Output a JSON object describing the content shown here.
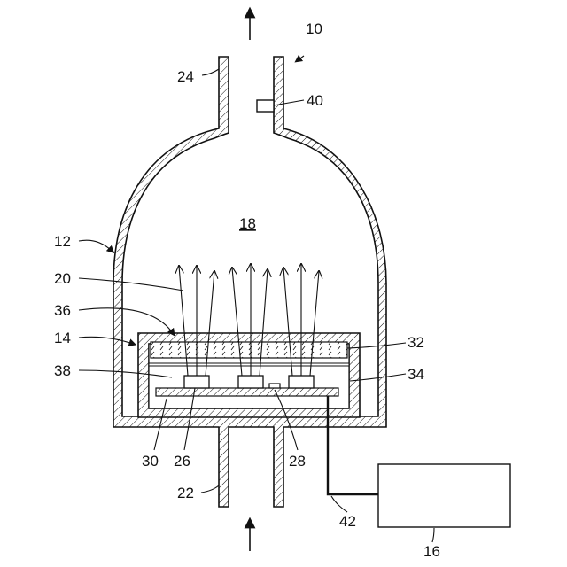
{
  "figure": {
    "labels": {
      "device": "10",
      "chamber_wall": "12",
      "holder": "14",
      "controller": "16",
      "interior": "18",
      "emission": "20",
      "inlet": "22",
      "outlet": "24",
      "element_a": "26",
      "element_b": "28",
      "substrate": "30",
      "window": "32",
      "side_wall": "34",
      "window_gap": "36",
      "cavity": "38",
      "sensor": "40",
      "cable": "42"
    }
  }
}
